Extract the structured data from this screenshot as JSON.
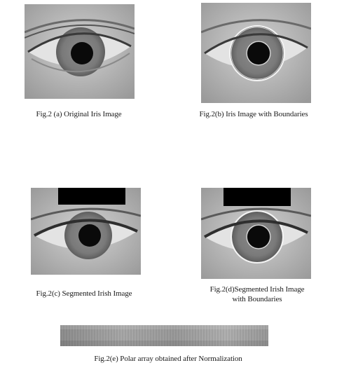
{
  "figures": {
    "a": {
      "caption": "Fig.2 (a) Original Iris Image"
    },
    "b": {
      "caption": "Fig.2(b) Iris Image with Boundaries"
    },
    "c": {
      "caption": "Fig.2(c) Segmented Irish Image"
    },
    "d": {
      "caption_line1": "Fig.2(d)Segmented Irish Image",
      "caption_line2": "with Boundaries"
    },
    "e": {
      "caption": "Fig.2(e) Polar array obtained after Normalization"
    }
  }
}
